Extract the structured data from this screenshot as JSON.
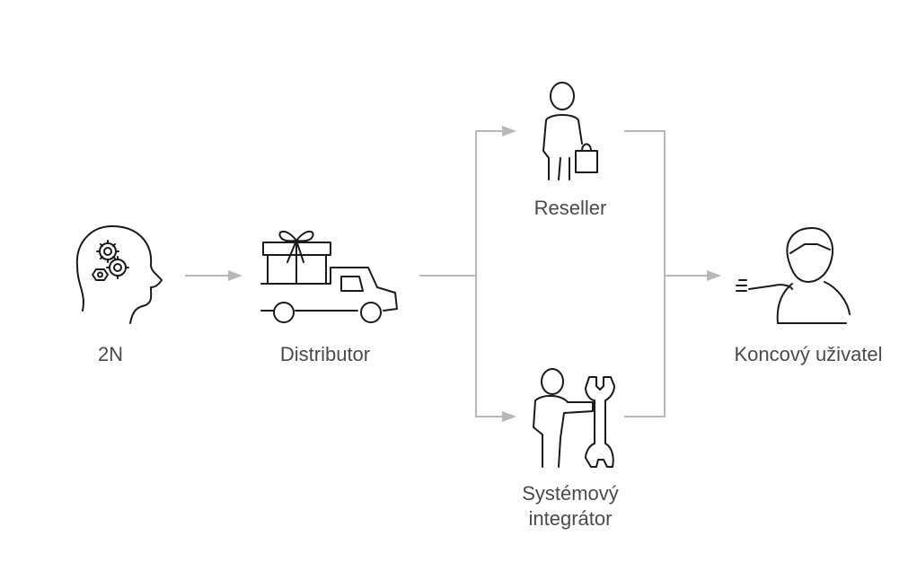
{
  "nodes": {
    "manufacturer": {
      "label": "2N",
      "icon": "head-with-gears-icon"
    },
    "distributor": {
      "label": "Distributor",
      "icon": "delivery-truck-icon"
    },
    "reseller": {
      "label": "Reseller",
      "icon": "person-with-bag-icon"
    },
    "integrator": {
      "label_line1": "Systémový",
      "label_line2": "integrátor",
      "icon": "person-with-wrench-icon"
    },
    "end_user": {
      "label": "Koncový uživatel",
      "icon": "end-user-icon"
    }
  },
  "colors": {
    "line": "#b8b8b8",
    "ink": "#1a1a1a",
    "text": "#4a4a4a"
  }
}
